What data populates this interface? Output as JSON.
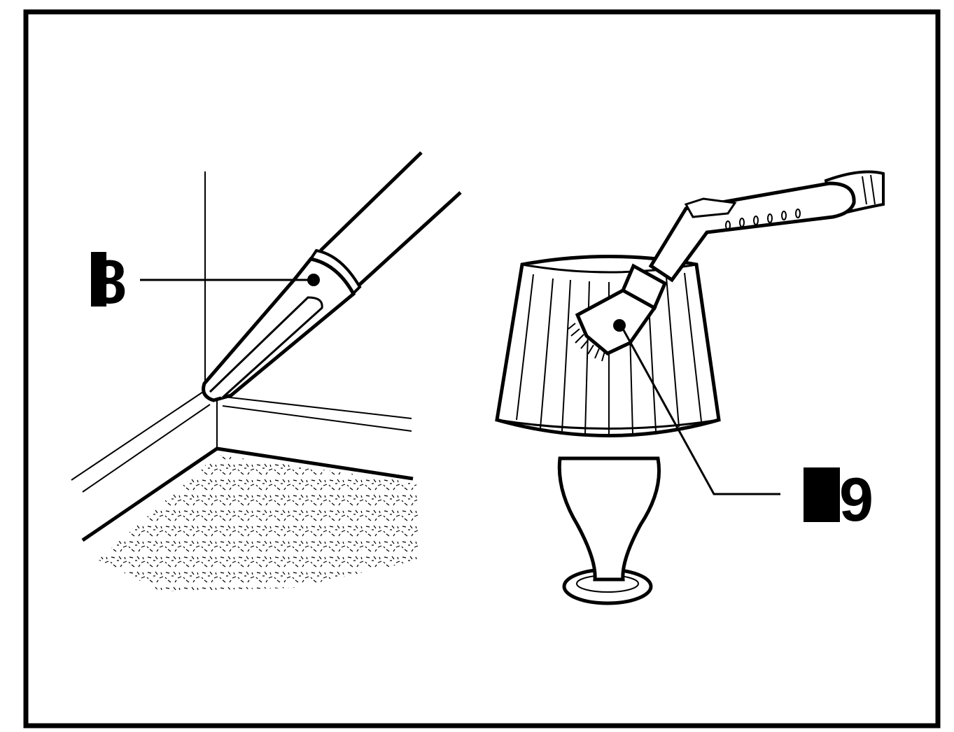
{
  "figure": {
    "callouts": [
      {
        "id": "crevice-nozzle",
        "label": "8"
      },
      {
        "id": "dusting-brush",
        "label": "29"
      }
    ]
  },
  "colors": {
    "ink": "#000000",
    "paper": "#ffffff"
  }
}
